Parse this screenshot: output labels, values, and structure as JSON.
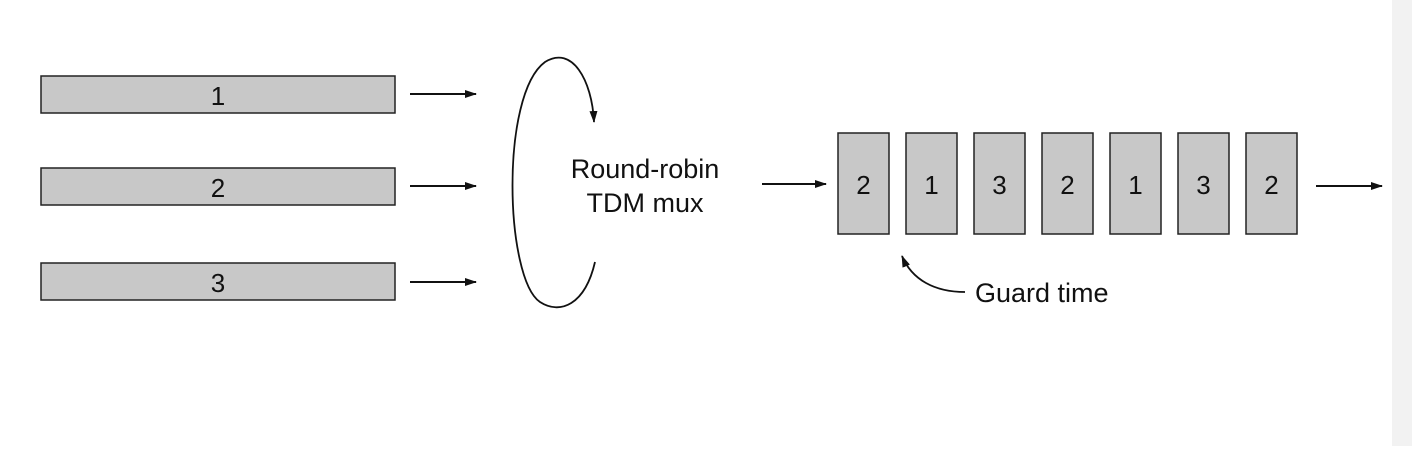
{
  "inputs": [
    {
      "label": "1"
    },
    {
      "label": "2"
    },
    {
      "label": "3"
    }
  ],
  "mux": {
    "line1": "Round-robin",
    "line2": "TDM mux"
  },
  "slots": [
    "2",
    "1",
    "3",
    "2",
    "1",
    "3",
    "2"
  ],
  "guard_label": "Guard time",
  "colors": {
    "fill": "#c8c8c8",
    "stroke": "#222222",
    "background": "#ffffff"
  }
}
